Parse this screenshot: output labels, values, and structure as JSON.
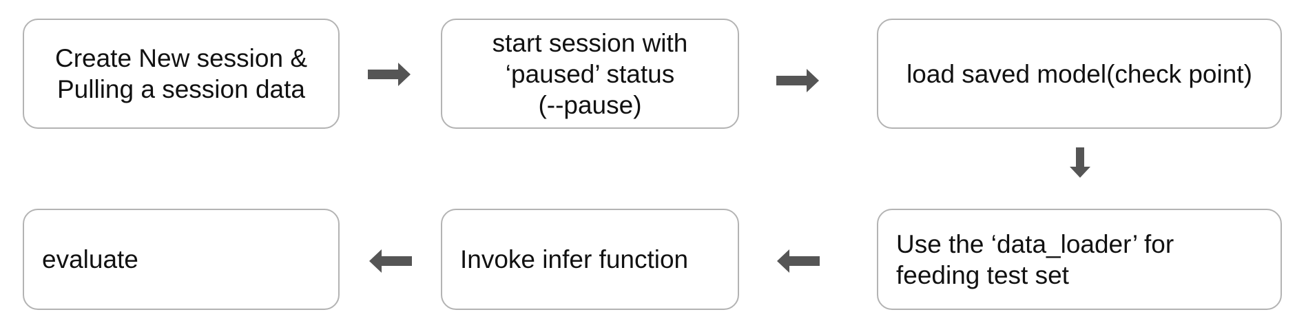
{
  "steps": [
    {
      "id": "create-session",
      "text": "Create New session &\nPulling a session data"
    },
    {
      "id": "start-paused",
      "text": "start session with\n‘paused’ status\n(--pause)"
    },
    {
      "id": "load-model",
      "text": "load saved model(check point)"
    },
    {
      "id": "use-data-loader",
      "text": "Use the ‘data_loader’ for\nfeeding test set"
    },
    {
      "id": "invoke-infer",
      "text": "Invoke infer function"
    },
    {
      "id": "evaluate",
      "text": "evaluate"
    }
  ],
  "colors": {
    "box_border": "#b3b3b3",
    "arrow": "#555555",
    "text": "#111111"
  },
  "icons": {
    "arrow_right": "arrow-right-icon",
    "arrow_down": "arrow-down-icon",
    "arrow_left": "arrow-left-icon"
  }
}
